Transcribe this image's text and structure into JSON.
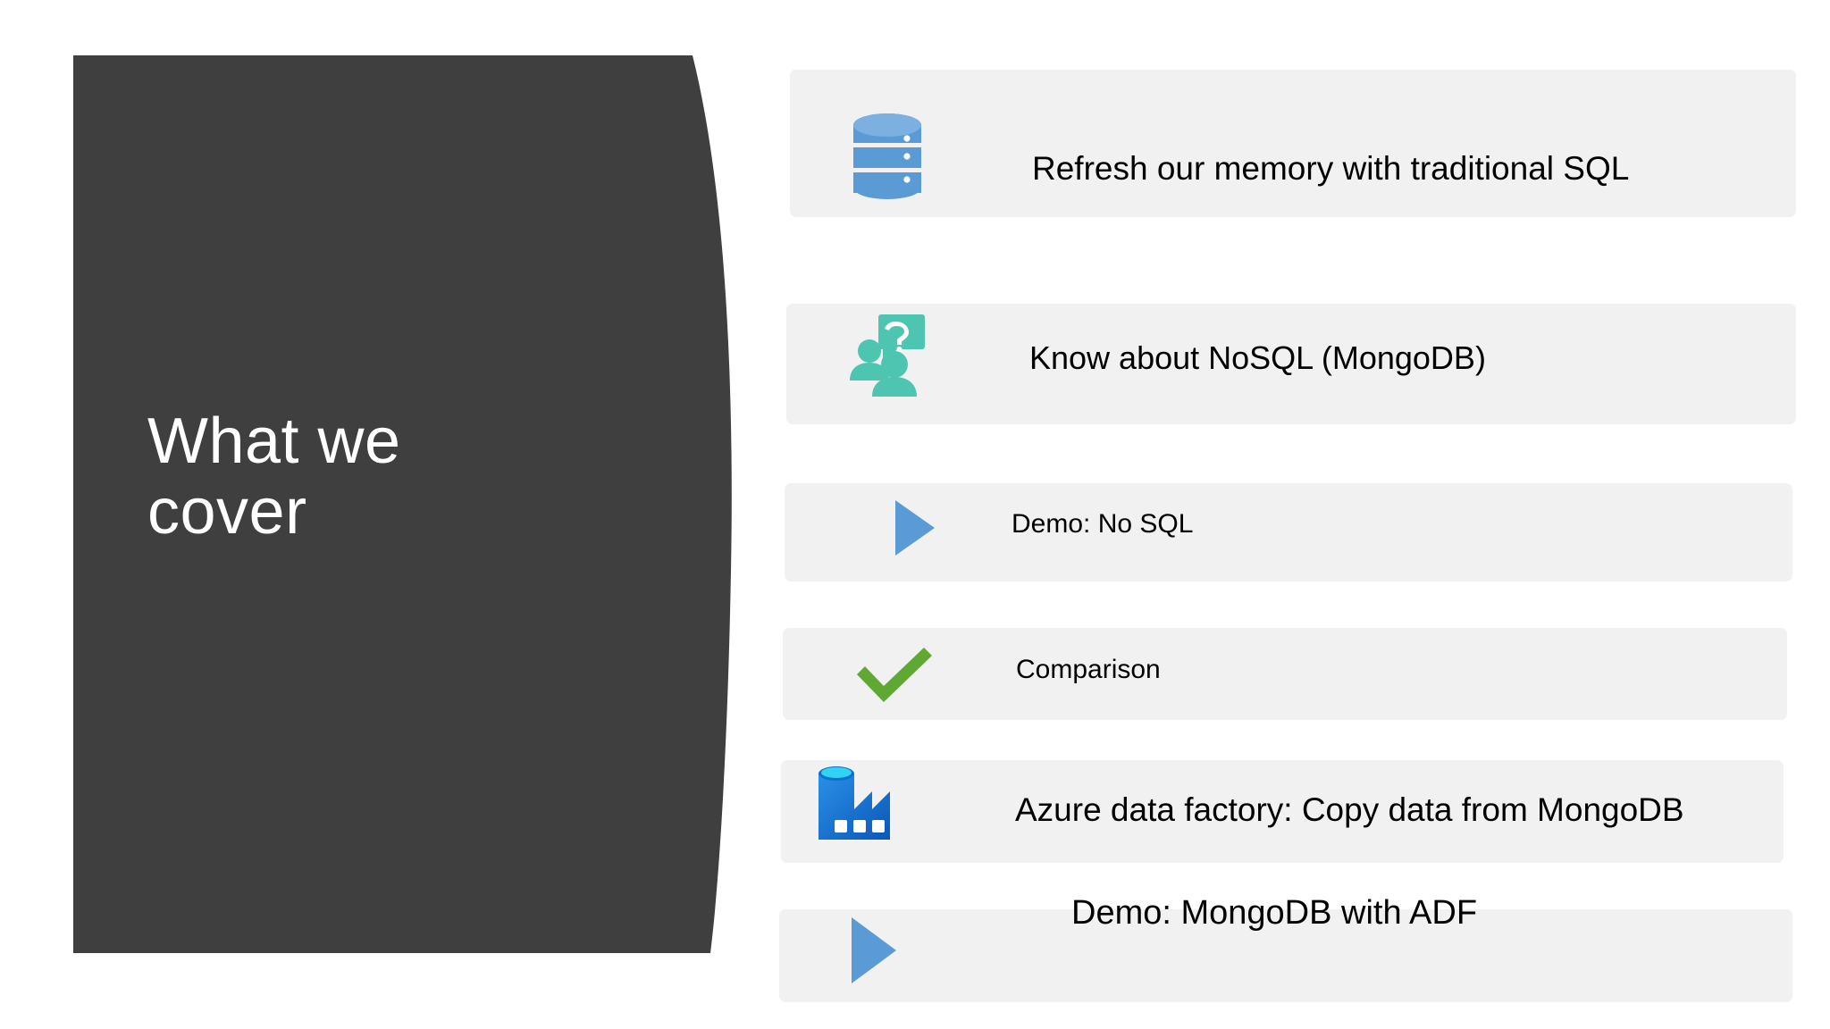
{
  "slide": {
    "background_color": "#ffffff",
    "title_panel": {
      "fill_color": "#3f3f3f",
      "title": "What we\ncover",
      "text_color": "#ffffff"
    },
    "row_background_color": "#f1f1f2",
    "rows": [
      {
        "icon": "database-icon",
        "icon_color": "#5b9bd5",
        "label": "Refresh our memory with traditional SQL"
      },
      {
        "icon": "people-question-icon",
        "icon_color": "#4ec5b0",
        "label": "Know about NoSQL (MongoDB)"
      },
      {
        "icon": "play-triangle-icon",
        "icon_color": "#5b9bd5",
        "label": "Demo: No SQL"
      },
      {
        "icon": "check-mark-icon",
        "icon_color": "#5fa832",
        "label": "Comparison"
      },
      {
        "icon": "azure-data-factory-icon",
        "icon_color": "#0078d4",
        "label": "Azure data factory: Copy data from MongoDB"
      },
      {
        "icon": "play-triangle-icon",
        "icon_color": "#5b9bd5",
        "label": "Demo: MongoDB with ADF"
      }
    ]
  }
}
